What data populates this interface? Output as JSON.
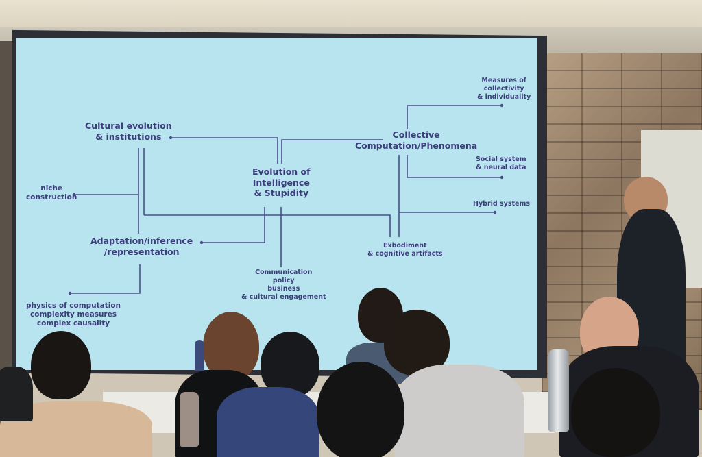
{
  "slide": {
    "nodes": {
      "cultural_evolution": [
        "Cultural evolution",
        "& institutions"
      ],
      "evolution_intelligence": [
        "Evolution of",
        "Intelligence",
        "& Stupidity"
      ],
      "collective_computation": [
        "Collective",
        "Computation/Phenomena"
      ],
      "adaptation": [
        "Adaptation/inference",
        "/representation"
      ],
      "niche_construction": [
        "niche",
        "construction"
      ],
      "physics_computation": [
        "physics of computation",
        "complexity measures",
        "complex causality"
      ],
      "communication": [
        "Communication",
        "policy",
        "business",
        "& cultural engagement"
      ],
      "embodiment": [
        "Exbodiment",
        "& cognitive artifacts"
      ],
      "measures_collectivity": [
        "Measures of",
        "collectivity",
        "& individuality"
      ],
      "social_system": [
        "Social system",
        "& neural data"
      ],
      "hybrid_systems": [
        "Hybrid systems"
      ]
    },
    "text_color": "#3c3e7c",
    "background_color": "#b8e4ef"
  },
  "scene": {
    "people": [
      "presenter",
      "audience-member-1",
      "audience-member-2",
      "audience-member-3",
      "audience-member-4",
      "audience-member-5",
      "audience-member-6",
      "audience-member-7",
      "audience-member-8"
    ]
  }
}
